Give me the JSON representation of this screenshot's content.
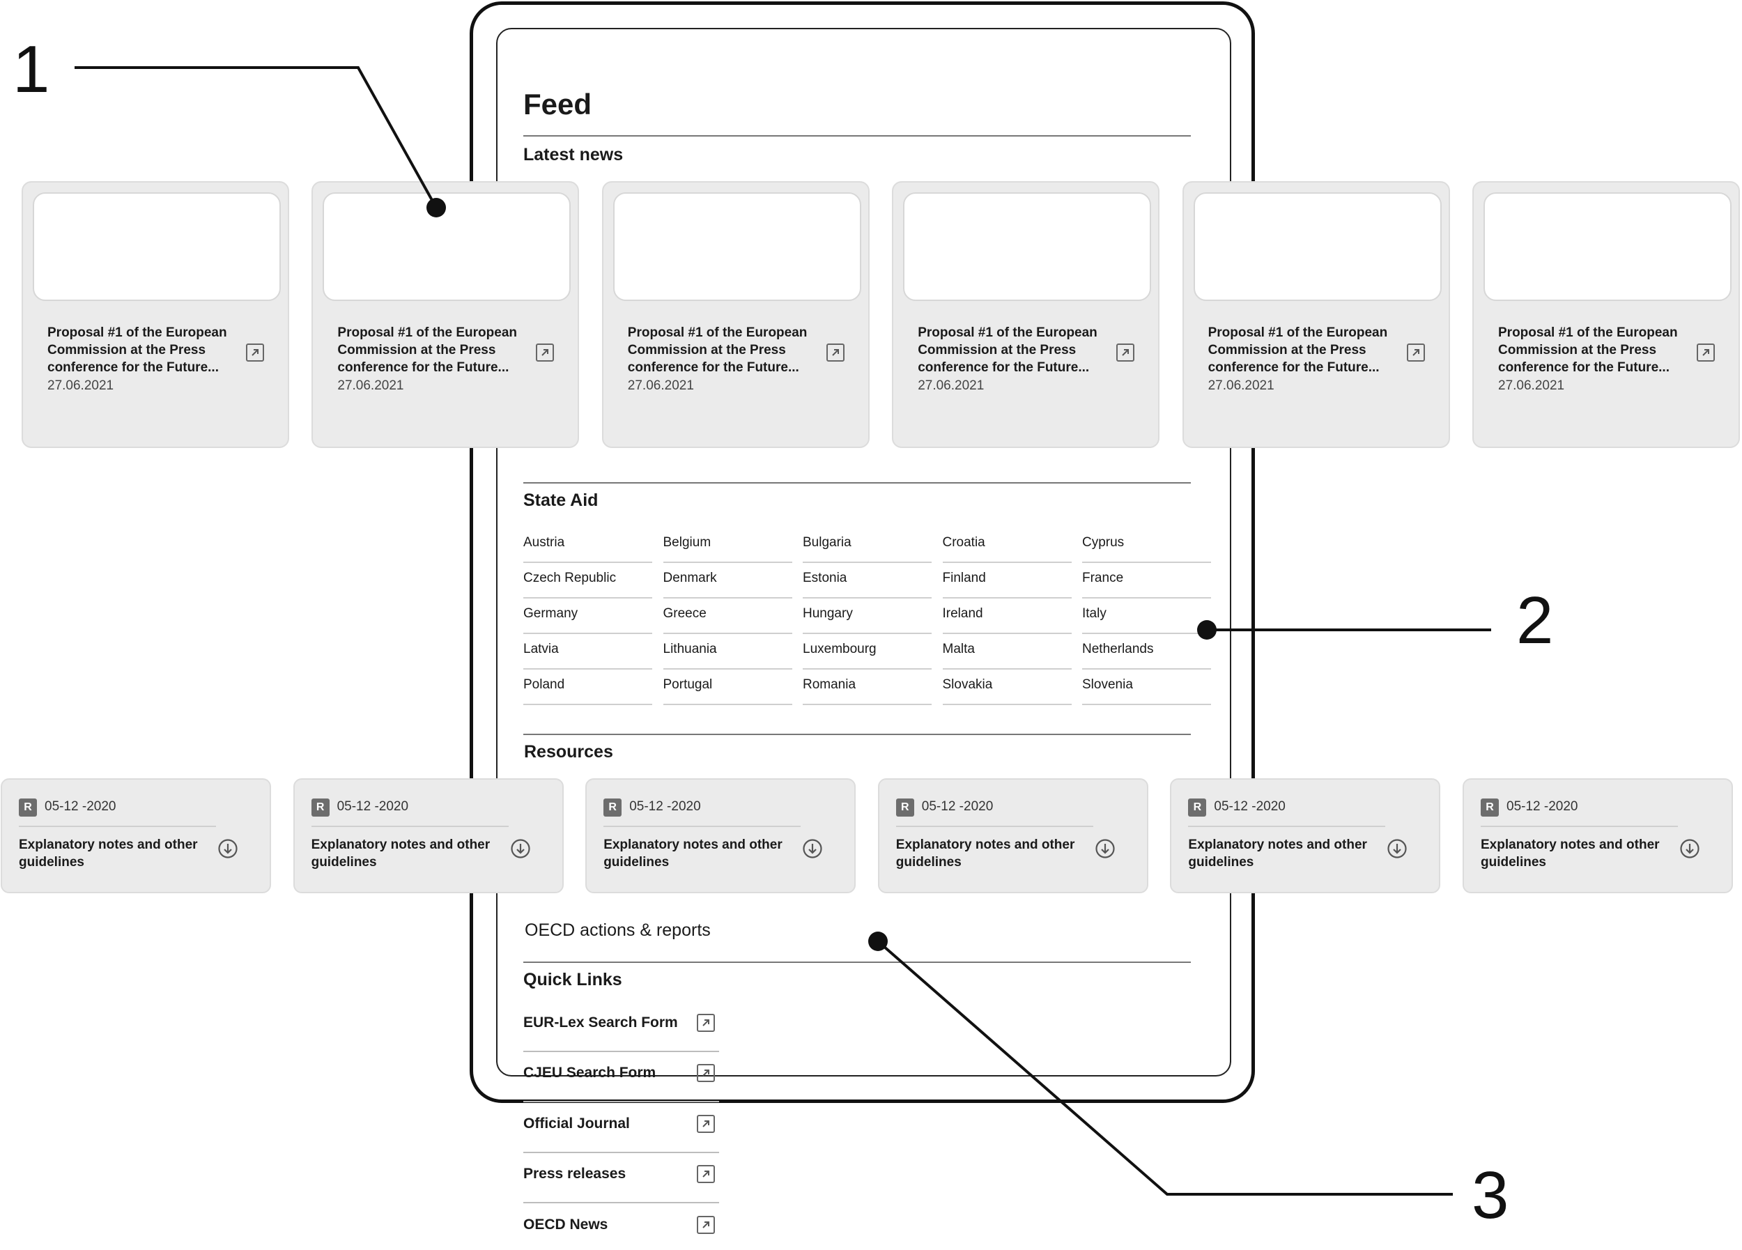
{
  "feed": {
    "title": "Feed",
    "latest_news_heading": "Latest news",
    "news": [
      {
        "title": "Proposal #1 of the European Commission at the Press conference for the Future...",
        "date": "27.06.2021"
      },
      {
        "title": "Proposal #1 of the European Commission at the Press conference for the Future...",
        "date": "27.06.2021"
      },
      {
        "title": "Proposal #1 of the European Commission at the Press conference for the Future...",
        "date": "27.06.2021"
      },
      {
        "title": "Proposal #1 of the European Commission at the Press conference for the Future...",
        "date": "27.06.2021"
      },
      {
        "title": "Proposal #1 of the European Commission at the Press conference for the Future...",
        "date": "27.06.2021"
      },
      {
        "title": "Proposal #1 of the European Commission at the Press conference for the Future...",
        "date": "27.06.2021"
      }
    ],
    "state_aid_heading": "State Aid",
    "countries": [
      [
        "Austria",
        "Belgium",
        "Bulgaria",
        "Croatia",
        "Cyprus"
      ],
      [
        "Czech Republic",
        "Denmark",
        "Estonia",
        "Finland",
        "France"
      ],
      [
        "Germany",
        "Greece",
        "Hungary",
        "Ireland",
        "Italy"
      ],
      [
        "Latvia",
        "Lithuania",
        "Luxembourg",
        "Malta",
        "Netherlands"
      ],
      [
        "Poland",
        "Portugal",
        "Romania",
        "Slovakia",
        "Slovenia"
      ]
    ],
    "resources_heading": "Resources",
    "resources": [
      {
        "badge": "R",
        "date": "05-12 -2020",
        "title": "Explanatory notes and other guidelines"
      },
      {
        "badge": "R",
        "date": "05-12 -2020",
        "title": "Explanatory notes and other guidelines"
      },
      {
        "badge": "R",
        "date": "05-12 -2020",
        "title": "Explanatory notes and other guidelines"
      },
      {
        "badge": "R",
        "date": "05-12 -2020",
        "title": "Explanatory notes and other guidelines"
      },
      {
        "badge": "R",
        "date": "05-12 -2020",
        "title": "Explanatory notes and other guidelines"
      },
      {
        "badge": "R",
        "date": "05-12 -2020",
        "title": "Explanatory notes and other guidelines"
      }
    ],
    "oecd_heading": "OECD actions & reports",
    "quick_links_heading": "Quick Links",
    "quick_links": [
      "EUR-Lex Search Form",
      "CJEU Search Form",
      "Official Journal",
      "Press releases",
      "OECD News"
    ]
  },
  "callouts": [
    "1",
    "2",
    "3"
  ],
  "colors": {
    "card_bg": "#ebebeb",
    "frame": "#111111",
    "badge": "#6d6d6d"
  },
  "icons": {
    "news_link": "external-link-icon",
    "resource_action": "download-icon",
    "quick_link": "external-link-icon"
  }
}
